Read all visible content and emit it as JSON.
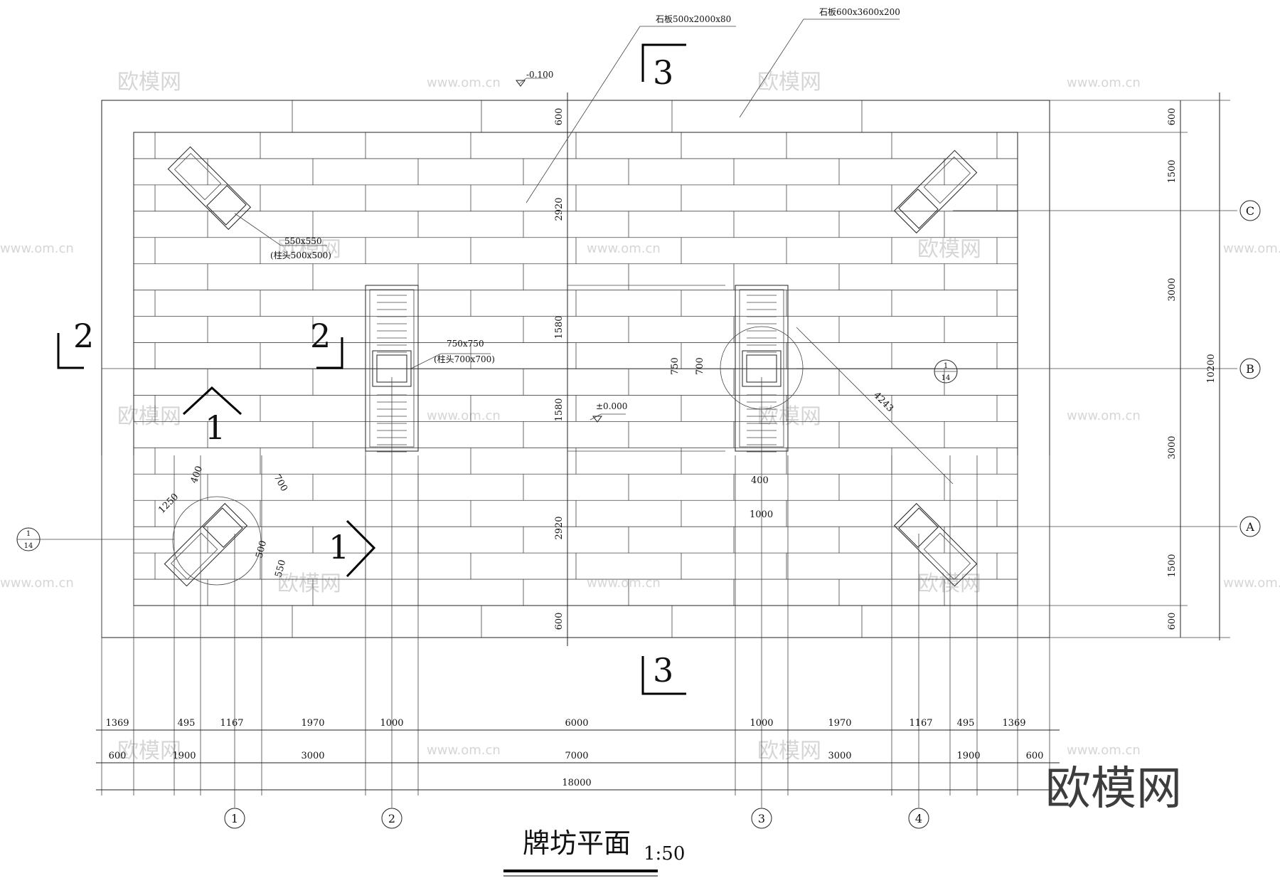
{
  "title": "牌坊平面",
  "scale": "1:50",
  "watermark_brand": "欧模网",
  "watermark_url": "www.om.cn",
  "notes": {
    "stone_slab_a": "石板500x2000x80",
    "stone_slab_b": "石板600x3600x200",
    "elevation_top": "-0.100",
    "elevation_center": "±0.000",
    "column_small": "550x550",
    "column_small_head": "(柱头500x500)",
    "column_large": "750x750",
    "column_large_head": "(柱头700x700)"
  },
  "section_marks": {
    "s3_top": "3",
    "s3_bottom": "3",
    "s2_left": "2",
    "s2_mid": "2",
    "s1_top": "1",
    "s1_right": "1"
  },
  "detail_refs": {
    "left_top": "1",
    "left_bottom": "14",
    "right_top": "1",
    "right_bottom": "14"
  },
  "axes_vertical": [
    "1",
    "2",
    "3",
    "4"
  ],
  "axes_horizontal": [
    "C",
    "B",
    "A"
  ],
  "dims_bottom_row1": [
    "1369",
    "495",
    "1167",
    "1970",
    "1000",
    "6000",
    "1000",
    "1970",
    "1167",
    "495",
    "1369"
  ],
  "dims_bottom_row2": [
    "600",
    "1900",
    "3000",
    "7000",
    "3000",
    "1900",
    "600"
  ],
  "dims_bottom_total": "18000",
  "dims_right": [
    "600",
    "1500",
    "3000",
    "3000",
    "1500",
    "600"
  ],
  "dims_right_total": "10200",
  "dims_center_vertical": [
    "600",
    "2920",
    "1580",
    "1580",
    "2920",
    "600"
  ],
  "dims_local": {
    "d400a": "400",
    "d700a": "700",
    "d1250": "1250",
    "d500": "500",
    "d550": "550",
    "d750": "750",
    "d700b": "700",
    "d4243": "4243",
    "d400b": "400",
    "d1000": "1000"
  }
}
